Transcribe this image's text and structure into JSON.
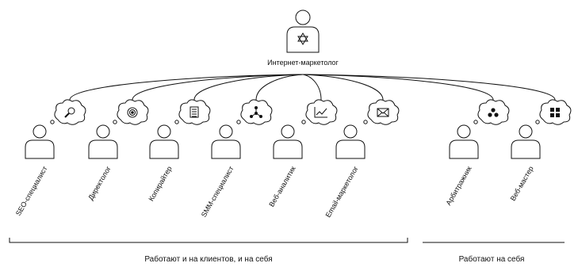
{
  "root": {
    "label": "Интернет-маркетолог",
    "icon": "user-gear-icon"
  },
  "roles": [
    {
      "label": "SEO-специалист",
      "tool_icon": "magnifier-icon"
    },
    {
      "label": "Директолог",
      "tool_icon": "target-icon"
    },
    {
      "label": "Копирайтер",
      "tool_icon": "document-icon"
    },
    {
      "label": "SMM-специалист",
      "tool_icon": "network-icon"
    },
    {
      "label": "Веб-аналитик",
      "tool_icon": "line-chart-icon"
    },
    {
      "label": "Email-маркетолог",
      "tool_icon": "envelope-icon"
    },
    {
      "label": "Арбитражник",
      "tool_icon": "dots-cluster-icon"
    },
    {
      "label": "Веб-мастер",
      "tool_icon": "windows-grid-icon"
    }
  ],
  "groups": [
    {
      "label": "Работают и на клиентов, и на себя"
    },
    {
      "label": "Работают на себя"
    }
  ]
}
